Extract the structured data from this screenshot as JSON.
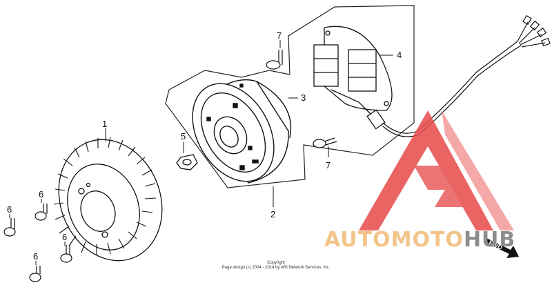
{
  "diagram": {
    "callouts": {
      "c1": "1",
      "c2": "2",
      "c3": "3",
      "c4": "4",
      "c5": "5",
      "c6a": "6",
      "c6b": "6",
      "c6c": "6",
      "c6d": "6",
      "c7a": "7",
      "c7b": "7"
    },
    "fwd_label": "FWD",
    "copyright_line1": "Copyright",
    "copyright_line2": "Page design (c) 2004 - 2014 by ARI Network Services, Inc."
  },
  "watermark": {
    "part1": "AUTOMOTO",
    "part2": "HUB",
    "accent_color": "#f2c48a",
    "triangle_color": "#e84a4a",
    "gray_color": "#8c8c8c"
  }
}
